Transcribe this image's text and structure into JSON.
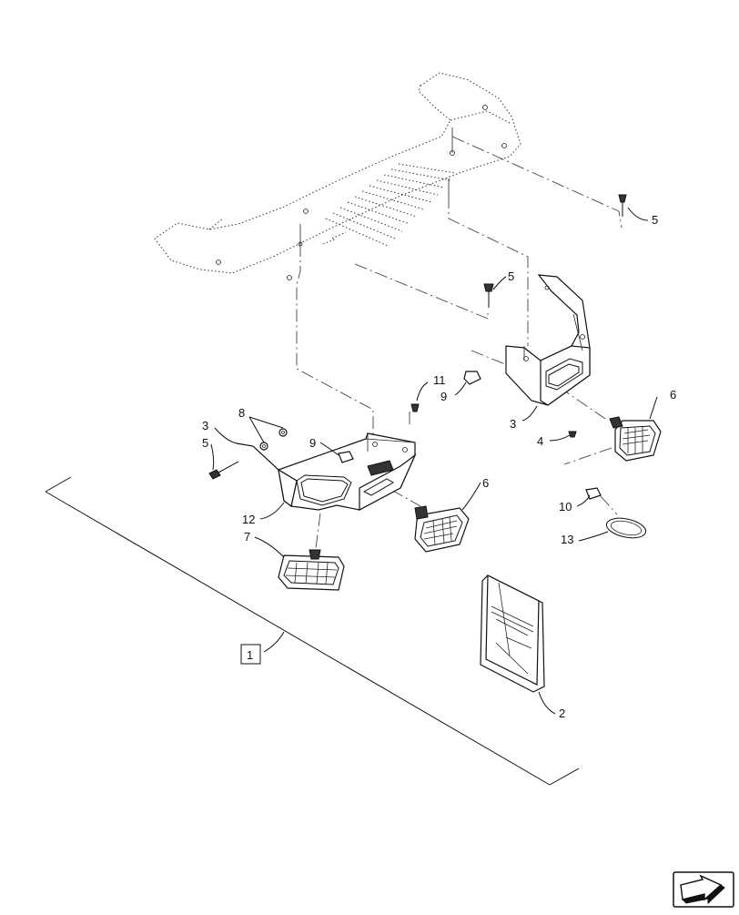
{
  "diagram": {
    "callouts": [
      {
        "id": "c-5-top",
        "label": "5"
      },
      {
        "id": "c-5-mid",
        "label": "5"
      },
      {
        "id": "c-11",
        "label": "11"
      },
      {
        "id": "c-9-right",
        "label": "9"
      },
      {
        "id": "c-3-right",
        "label": "3"
      },
      {
        "id": "c-6-right",
        "label": "6"
      },
      {
        "id": "c-4",
        "label": "4"
      },
      {
        "id": "c-10",
        "label": "10"
      },
      {
        "id": "c-13",
        "label": "13"
      },
      {
        "id": "c-8",
        "label": "8"
      },
      {
        "id": "c-3-left",
        "label": "3"
      },
      {
        "id": "c-5-left",
        "label": "5"
      },
      {
        "id": "c-9-left",
        "label": "9"
      },
      {
        "id": "c-12",
        "label": "12"
      },
      {
        "id": "c-7",
        "label": "7"
      },
      {
        "id": "c-6-center",
        "label": "6"
      },
      {
        "id": "c-2",
        "label": "2"
      }
    ],
    "kit_box_label": "1",
    "nav_icon": "next-page-arrow-icon"
  }
}
